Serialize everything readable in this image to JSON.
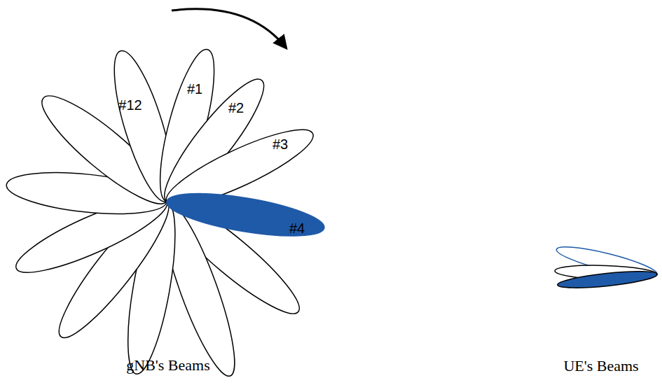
{
  "diagram": {
    "labels": [
      "#12",
      "#1",
      "#2",
      "#3",
      "#4",
      "gNB's Beams",
      "UE's Beams"
    ]
  }
}
